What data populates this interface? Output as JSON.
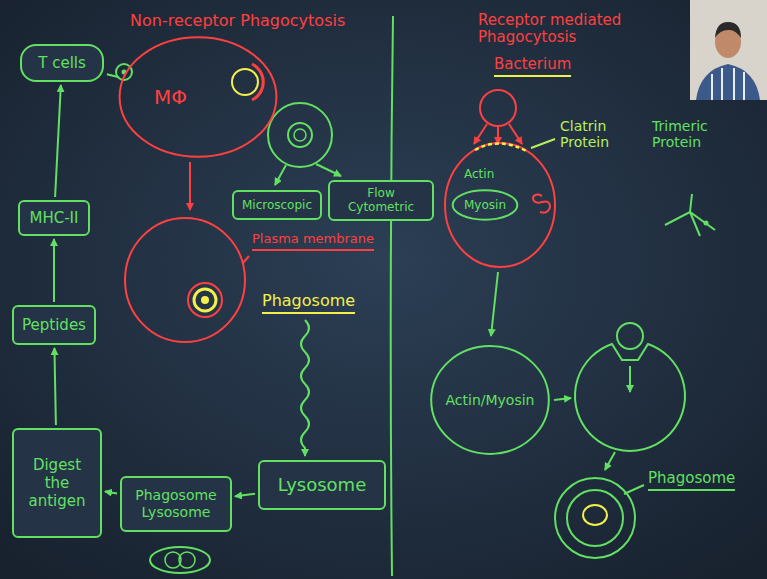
{
  "diagram": {
    "nodes": [
      {
        "text": [
          "T cells"
        ]
      },
      {
        "text": [
          "MΦ"
        ]
      },
      {
        "text": [
          "Microscopic"
        ]
      },
      {
        "text": [
          "Flow Cytometric"
        ]
      },
      {
        "text": [
          "Myosin"
        ]
      },
      {
        "text": [
          "MHC-II"
        ]
      },
      {
        "text": [
          "Peptides"
        ]
      },
      {
        "text": [
          "Actin/Myosin"
        ]
      },
      {
        "text": [
          "Lysosome"
        ]
      },
      {
        "text": [
          "Phagosome Lysosome"
        ]
      },
      {
        "text": [
          "Digest the antigen"
        ]
      }
    ],
    "edges": [
      {
        "from": 5,
        "to": 0,
        "arrow": "to"
      },
      {
        "from": 6,
        "to": 5,
        "arrow": "to"
      },
      {
        "from": 10,
        "to": 6,
        "arrow": "to"
      },
      {
        "from": 9,
        "to": 10,
        "arrow": "to"
      },
      {
        "from": 8,
        "to": 9,
        "arrow": "to"
      },
      {
        "from": 0,
        "to": 1,
        "arrow": "none"
      }
    ],
    "labels": [
      "Non-receptor Phagocytosis",
      "Receptor mediated Phagocytosis",
      "Bacterium",
      "Clatrin Protein",
      "Trimeric Protein",
      "Actin",
      "Plasma membrane",
      "Phagosome",
      "Phagosome"
    ]
  }
}
